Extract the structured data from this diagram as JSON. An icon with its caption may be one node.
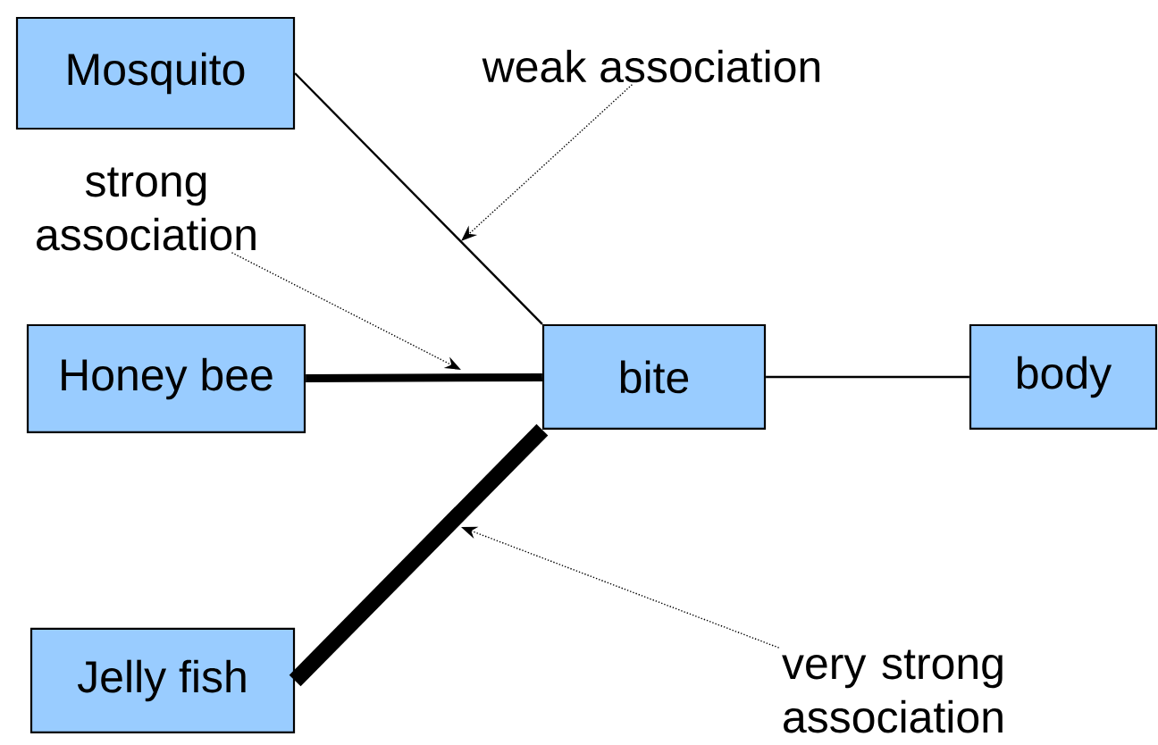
{
  "diagram": {
    "nodes": [
      {
        "text": [
          "Mosquito"
        ]
      },
      {
        "text": [
          "Honey bee"
        ]
      },
      {
        "text": [
          "Jelly fish"
        ]
      },
      {
        "text": [
          "bite"
        ]
      },
      {
        "text": [
          "body"
        ]
      },
      {
        "text": [
          "weak association"
        ]
      },
      {
        "text": [
          "strong association"
        ]
      },
      {
        "text": [
          "very strong association"
        ]
      }
    ],
    "edges": [
      {
        "from": 0,
        "to": 3,
        "arrow": "none"
      },
      {
        "from": 1,
        "to": 3,
        "arrow": "none",
        "style": "thick"
      },
      {
        "from": 2,
        "to": 3,
        "arrow": "none",
        "style": "thick"
      },
      {
        "from": 3,
        "to": 4,
        "arrow": "none"
      },
      {
        "from": 5,
        "to": null,
        "arrow": "to",
        "style": "dashed"
      },
      {
        "from": 6,
        "to": null,
        "arrow": "to",
        "style": "dashed"
      },
      {
        "from": 7,
        "to": null,
        "arrow": "to",
        "style": "dashed"
      }
    ]
  }
}
